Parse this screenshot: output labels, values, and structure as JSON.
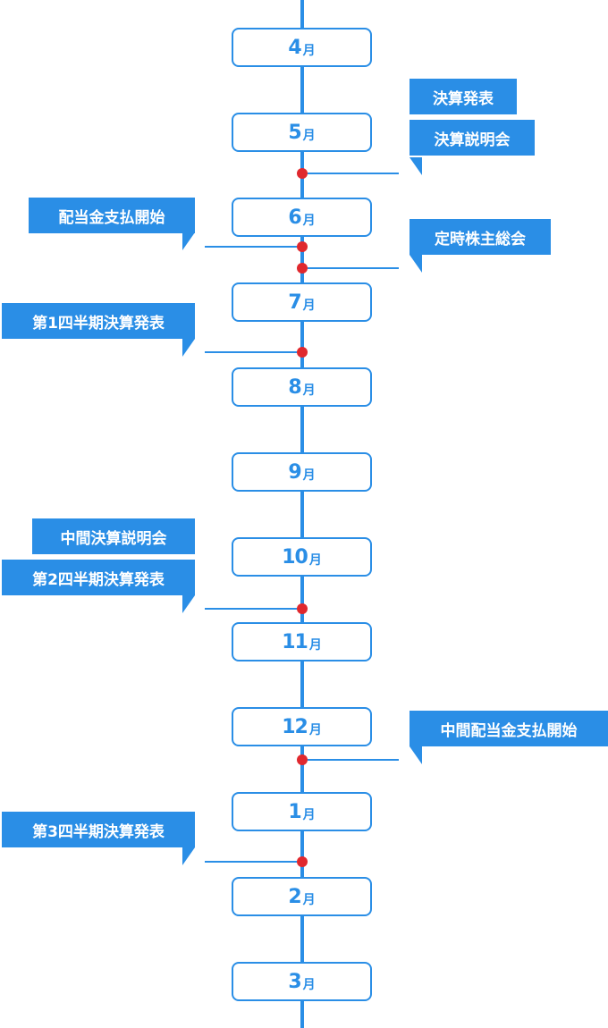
{
  "unit": "月",
  "months": [
    "4",
    "5",
    "6",
    "7",
    "8",
    "9",
    "10",
    "11",
    "12",
    "1",
    "2",
    "3"
  ],
  "events": [
    {
      "labels": [
        "決算発表",
        "決算説明会"
      ],
      "side": "right"
    },
    {
      "labels": [
        "配当金支払開始"
      ],
      "side": "left"
    },
    {
      "labels": [
        "定時株主総会"
      ],
      "side": "right"
    },
    {
      "labels": [
        "第1四半期決算発表"
      ],
      "side": "left"
    },
    {
      "labels": [
        "中間決算説明会",
        "第2四半期決算発表"
      ],
      "side": "left"
    },
    {
      "labels": [
        "中間配当金支払開始"
      ],
      "side": "right"
    },
    {
      "labels": [
        "第3四半期決算発表"
      ],
      "side": "left"
    }
  ],
  "colors": {
    "accent": "#2a8ee6",
    "marker": "#e0282e",
    "background": "#ffffff"
  }
}
